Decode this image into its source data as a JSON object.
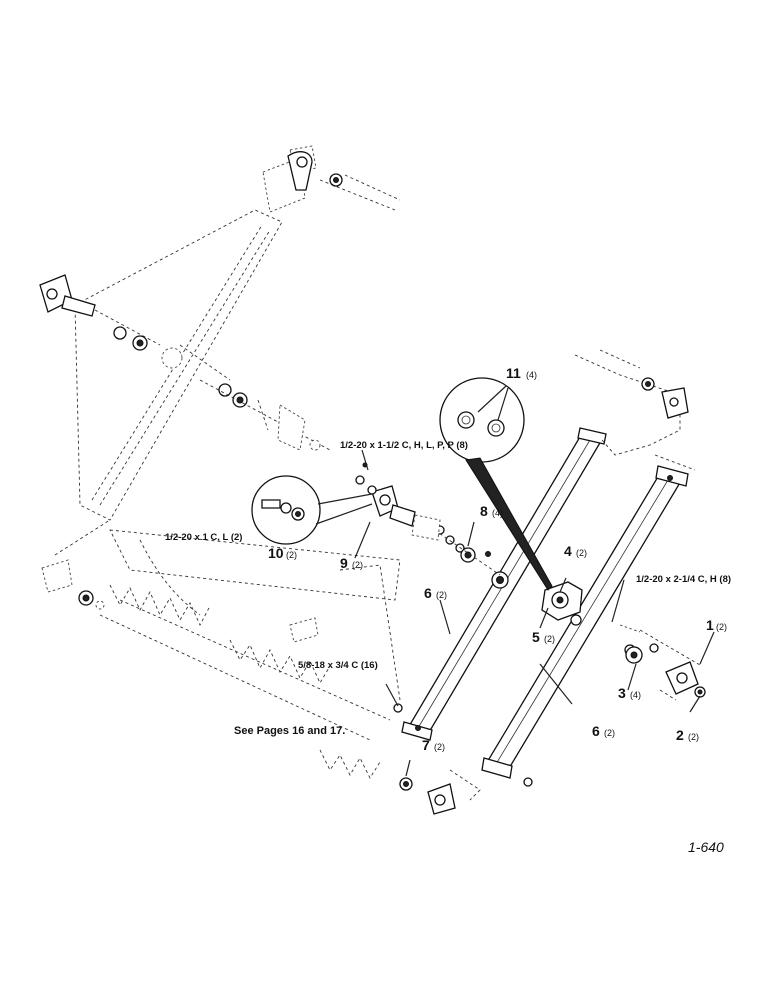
{
  "labels": {
    "callout_1": {
      "number": "1",
      "qty": "(2)"
    },
    "callout_2": {
      "number": "2",
      "qty": "(2)"
    },
    "callout_3": {
      "number": "3",
      "qty": "(4)"
    },
    "callout_4": {
      "number": "4",
      "qty": "(2)"
    },
    "callout_5": {
      "number": "5",
      "qty": "(2)"
    },
    "callout_6a": {
      "number": "6",
      "qty": "(2)"
    },
    "callout_6b": {
      "number": "6",
      "qty": "(2)"
    },
    "callout_7": {
      "number": "7",
      "qty": "(2)"
    },
    "callout_8": {
      "number": "8",
      "qty": "(4)"
    },
    "callout_9": {
      "number": "9",
      "qty": "(2)"
    },
    "callout_10": {
      "number": "10",
      "qty": "(2)"
    },
    "callout_11": {
      "number": "11",
      "qty": "(4)"
    }
  },
  "hardware": {
    "bolt_top": "1/2-20 x 1-1/2 C, H, L, P, P (8)",
    "bolt_left": "1/2-20 x 1 C, L (2)",
    "bolt_right": "1/2-20 x 2-1/4 C, H (8)",
    "bolt_bottom": "5/8-18 x 3/4 C (16)"
  },
  "note": "See Pages 16 and 17.",
  "figure_number": "1-640"
}
